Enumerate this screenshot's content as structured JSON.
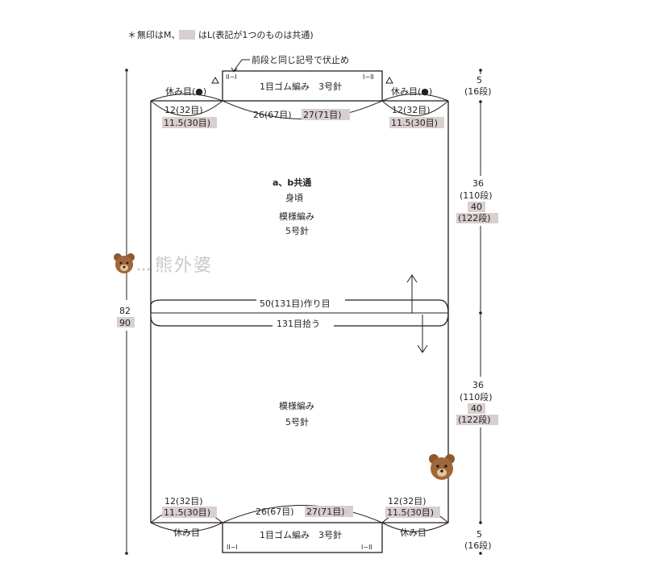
{
  "legend": {
    "asterisk": "＊",
    "prefix": "無印はM、",
    "suffix": "はL(表記が1つのものは共通)"
  },
  "bind_off_note": "前段と同じ記号で伏止め",
  "top": {
    "rib_label": "1目ゴム編み　3号針",
    "rib_mark_left": "II−I",
    "rib_mark_right": "I−II",
    "rest_left": "休み目(●)",
    "rest_right": "休み目(●)",
    "shoulder_left_m": "12(32目)",
    "shoulder_left_l": "11.5(30目)",
    "neck_m": "26(67目)",
    "neck_l": "27(71目)",
    "shoulder_right_m": "12(32目)",
    "shoulder_right_l": "11.5(30目)"
  },
  "upper_body": {
    "label_ab": "a、b共通",
    "label_part": "身頃",
    "label_pattern": "模様編み",
    "label_needle": "5号針"
  },
  "middle": {
    "cast_on": "50(131目)作り目",
    "pick_up": "131目拾う"
  },
  "lower_body": {
    "label_pattern": "模様編み",
    "label_needle": "5号針"
  },
  "bottom": {
    "shoulder_left_m": "12(32目)",
    "shoulder_left_l": "11.5(30目)",
    "neck_m": "26(67目)",
    "neck_l": "27(71目)",
    "shoulder_right_m": "12(32目)",
    "shoulder_right_l": "11.5(30目)",
    "rest_left": "休み目",
    "rest_right": "休み目",
    "rib_label": "1目ゴム編み　3号針",
    "rib_mark_left": "II−I",
    "rib_mark_right": "I−II"
  },
  "right_dims": {
    "top_cm": "5",
    "top_rows": "(16段)",
    "upper_m_cm": "36",
    "upper_m_rows": "(110段)",
    "upper_l_cm": "40",
    "upper_l_rows": "(122段)",
    "lower_m_cm": "36",
    "lower_m_rows": "(110段)",
    "lower_l_cm": "40",
    "lower_l_rows": "(122段)",
    "bottom_cm": "5",
    "bottom_rows": "(16段)"
  },
  "left_dims": {
    "total_m": "82",
    "total_l": "90"
  },
  "watermark": "熊外婆",
  "colors": {
    "line": "#231f20",
    "highlight": "#d9cfcf",
    "watermark": "#c9c9c9",
    "bear": "#8b5a2b"
  }
}
